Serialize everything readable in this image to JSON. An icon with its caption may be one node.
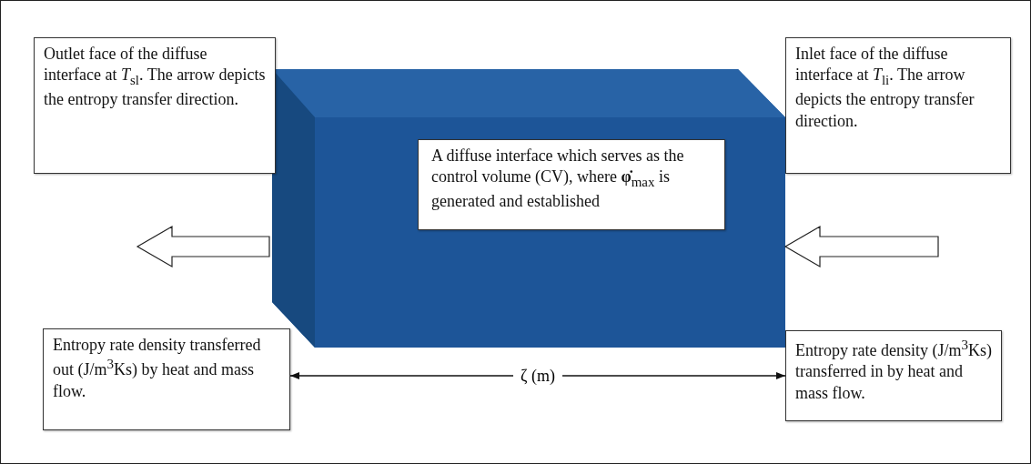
{
  "diagram": {
    "nodes": [
      {
        "text": [
          "Outlet face of the diffuse interface at *T*$_{sl}$. The arrow depicts the entropy transfer direction."
        ]
      },
      {
        "text": [],
        "shape": "box"
      },
      {
        "text": [
          "A diffuse interface which serves as the control volume (CV), where **φ̇**$_{max}$ is generated and established"
        ],
        "in": 1
      },
      {
        "text": [
          "Inlet face of the diffuse interface at *T*$_{li}$. The arrow depicts the entropy transfer direction."
        ]
      },
      {
        "text": [
          "Entropy rate density transferred out (J/m$^{3}$Ks) by heat and mass flow."
        ]
      },
      {
        "text": [
          "Entropy rate density (J/m$^{3}$Ks) transferred in by heat and mass flow."
        ]
      }
    ],
    "edges": [
      {
        "from": 4,
        "to": 5,
        "arrow": "both",
        "label": "ζ (m)"
      }
    ]
  }
}
